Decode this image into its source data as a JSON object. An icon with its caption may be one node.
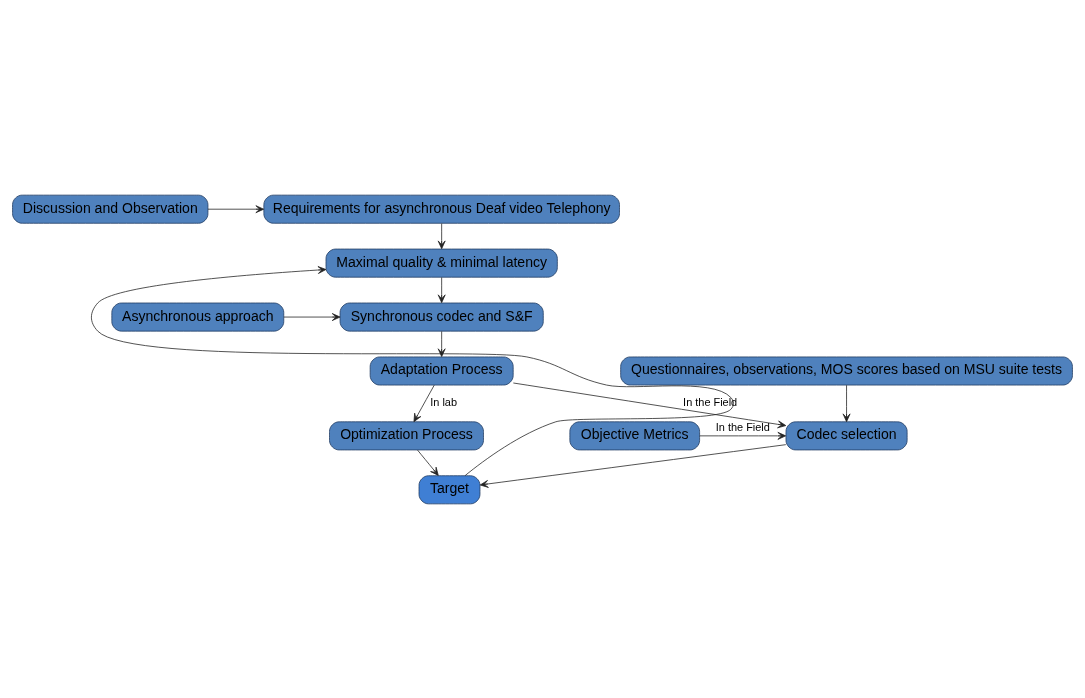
{
  "diagram": {
    "nodes": [
      {
        "text": [
          "Discussion and Observation"
        ]
      },
      {
        "text": [
          "Requirements for asynchronous Deaf video Telephony"
        ]
      },
      {
        "text": [
          "Maximal quality & minimal latency"
        ]
      },
      {
        "text": [
          "Asynchronous approach"
        ]
      },
      {
        "text": [
          "Synchronous codec and S&F"
        ]
      },
      {
        "text": [
          "Questionnaires, observations, MOS scores based on MSU suite tests"
        ]
      },
      {
        "text": [
          "Adaptation Process"
        ]
      },
      {
        "text": [
          "Objective Metrics"
        ]
      },
      {
        "text": [
          "Codec selection"
        ]
      },
      {
        "text": [
          "Optimization Process"
        ]
      },
      {
        "text": [
          "Target"
        ]
      }
    ],
    "edges": [
      {
        "from": 0,
        "to": 1,
        "arrow": "to"
      },
      {
        "from": 1,
        "to": 2,
        "arrow": "to"
      },
      {
        "from": 2,
        "to": 4,
        "arrow": "to"
      },
      {
        "from": 3,
        "to": 4,
        "arrow": "to"
      },
      {
        "from": 4,
        "to": 6,
        "arrow": "to"
      },
      {
        "from": 5,
        "to": 8,
        "arrow": "to"
      },
      {
        "from": 6,
        "to": 8,
        "arrow": "to",
        "label": "In the Field"
      },
      {
        "from": 6,
        "to": 9,
        "arrow": "to",
        "label": "In lab"
      },
      {
        "from": 7,
        "to": 8,
        "arrow": "to",
        "label": "In the Field"
      },
      {
        "from": 8,
        "to": 10,
        "arrow": "to"
      },
      {
        "from": 9,
        "to": 10,
        "arrow": "to"
      },
      {
        "from": 10,
        "to": 2,
        "arrow": "to"
      }
    ]
  }
}
